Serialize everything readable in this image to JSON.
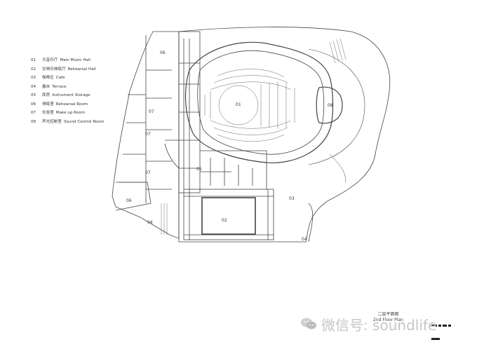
{
  "legend": [
    {
      "num": "01",
      "cn": "大音乐厅",
      "en": "Main Music Hall"
    },
    {
      "num": "02",
      "cn": "交响乐排练厅",
      "en": "Rehearsal Hall"
    },
    {
      "num": "03",
      "cn": "咖啡区",
      "en": "Cafe"
    },
    {
      "num": "04",
      "cn": "露台",
      "en": "Terrace"
    },
    {
      "num": "05",
      "cn": "库房",
      "en": "Instrument Storage"
    },
    {
      "num": "06",
      "cn": "排练室",
      "en": "Rehearsal Room"
    },
    {
      "num": "07",
      "cn": "化妆室",
      "en": "Make up Room"
    },
    {
      "num": "08",
      "cn": "声光控制室",
      "en": "Sound Control Room"
    }
  ],
  "room_labels": {
    "r01": "01",
    "r02": "02",
    "r03": "03",
    "r04a": "04",
    "r04b": "04",
    "r05": "05",
    "r06a": "06",
    "r06b": "06",
    "r07a": "07",
    "r07b": "07",
    "r07c": "07",
    "r08": "08"
  },
  "caption": {
    "cn": "二层平面图",
    "en": "2nd Floor Plan"
  },
  "watermark": "微信号: soundlife",
  "icons": {
    "watermark": "wechat-icon",
    "north": "scale-bar"
  }
}
